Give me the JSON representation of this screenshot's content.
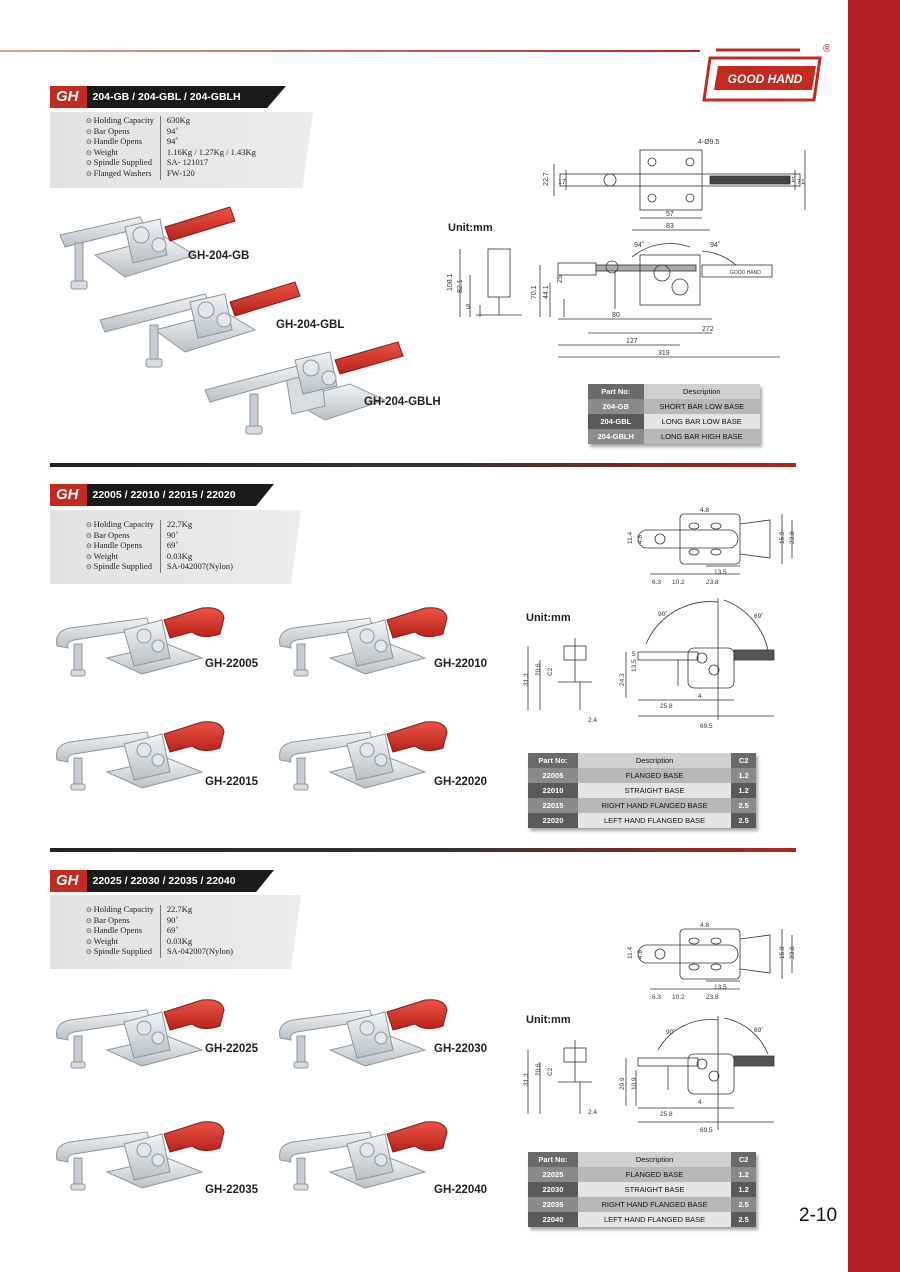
{
  "brand": {
    "logo_text": "GOOD HAND",
    "registered": "®"
  },
  "page_number": "2-10",
  "colors": {
    "accent": "#b31e24",
    "handle": "#d2352b",
    "dark": "#1a1a1a"
  },
  "sections": [
    {
      "badge": "GH",
      "title": "204-GB / 204-GBL / 204-GBLH",
      "specs": [
        {
          "label": "Holding Capacity",
          "value": "630Kg"
        },
        {
          "label": "Bar Opens",
          "value": "94˚"
        },
        {
          "label": "Handle Opens",
          "value": "94˚"
        },
        {
          "label": "Weight",
          "value": "1.16Kg / 1.27Kg / 1.43Kg"
        },
        {
          "label": "Spindle Supplied",
          "value": "SA- 121017"
        },
        {
          "label": "Flanged Washers",
          "value": "FW-120"
        }
      ],
      "products": [
        "GH-204-GB",
        "GH-204-GBL",
        "GH-204-GBLH"
      ],
      "unit": "Unit:mm",
      "dims_top": [
        "4-Ø9.5",
        "22.7",
        "17",
        "57",
        "83",
        "51",
        "71"
      ],
      "dims_side": [
        "108.1",
        "82.1",
        "5",
        "70.1",
        "44.1",
        "25",
        "94˚",
        "94˚",
        "80",
        "272",
        "127",
        "319"
      ],
      "table": {
        "headers": [
          "Part No:",
          "Description"
        ],
        "rows": [
          {
            "part": "204-GB",
            "desc": "SHORT BAR LOW BASE"
          },
          {
            "part": "204-GBL",
            "desc": "LONG BAR LOW BASE"
          },
          {
            "part": "204-GBLH",
            "desc": "LONG BAR HIGH BASE"
          }
        ]
      }
    },
    {
      "badge": "GH",
      "title": "22005 / 22010 / 22015 / 22020",
      "specs": [
        {
          "label": "Holding Capacity",
          "value": "22.7Kg"
        },
        {
          "label": "Bar Opens",
          "value": "90˚"
        },
        {
          "label": "Handle Opens",
          "value": "69˚"
        },
        {
          "label": "Weight",
          "value": "0.03Kg"
        },
        {
          "label": "Spindle Supplied",
          "value": "SA-042007(Nylon)"
        }
      ],
      "products": [
        "GH-22005",
        "GH-22010",
        "GH-22015",
        "GH-22020"
      ],
      "unit": "Unit:mm",
      "dims_top": [
        "4.8",
        "11.4",
        "4.8",
        "13.5",
        "6.3",
        "10.2",
        "23.8",
        "15.9",
        "23.8"
      ],
      "dims_side": [
        "31.3",
        "20.6",
        "C2",
        "2.4",
        "90˚",
        "69˚",
        "24.3",
        "13.5",
        "5",
        "25.8",
        "4",
        "69.5"
      ],
      "table": {
        "headers": [
          "Part No:",
          "Description",
          "C2"
        ],
        "rows": [
          {
            "part": "22005",
            "desc": "FLANGED  BASE",
            "c2": "1.2"
          },
          {
            "part": "22010",
            "desc": "STRAIGHT BASE",
            "c2": "1.2"
          },
          {
            "part": "22015",
            "desc": "RIGHT HAND FLANGED BASE",
            "c2": "2.5"
          },
          {
            "part": "22020",
            "desc": "LEFT HAND FLANGED BASE",
            "c2": "2.5"
          }
        ]
      }
    },
    {
      "badge": "GH",
      "title": "22025 / 22030 / 22035 / 22040",
      "specs": [
        {
          "label": "Holding Capacity",
          "value": "22.7Kg"
        },
        {
          "label": "Bar Opens",
          "value": "90˚"
        },
        {
          "label": "Handle Opens",
          "value": "69˚"
        },
        {
          "label": "Weight",
          "value": "0.03Kg"
        },
        {
          "label": "Spindle Supplied",
          "value": "SA-042007(Nylon)"
        }
      ],
      "products": [
        "GH-22025",
        "GH-22030",
        "GH-22035",
        "GH-22040"
      ],
      "unit": "Unit:mm",
      "dims_top": [
        "4.8",
        "11.4",
        "4.8",
        "13.5",
        "6.3",
        "10.2",
        "23.8",
        "15.9",
        "23.8"
      ],
      "dims_side": [
        "31.3",
        "20.6",
        "C2",
        "2.4",
        "90˚",
        "69˚",
        "20.9",
        "10.9",
        "25.8",
        "4",
        "69.5"
      ],
      "table": {
        "headers": [
          "Part No:",
          "Description",
          "C2"
        ],
        "rows": [
          {
            "part": "22025",
            "desc": "FLANGED  BASE",
            "c2": "1.2"
          },
          {
            "part": "22030",
            "desc": "STRAIGHT BASE",
            "c2": "1.2"
          },
          {
            "part": "22035",
            "desc": "RIGHT HAND FLANGED BASE",
            "c2": "2.5"
          },
          {
            "part": "22040",
            "desc": "LEFT HAND FLANGED BASE",
            "c2": "2.5"
          }
        ]
      }
    }
  ]
}
